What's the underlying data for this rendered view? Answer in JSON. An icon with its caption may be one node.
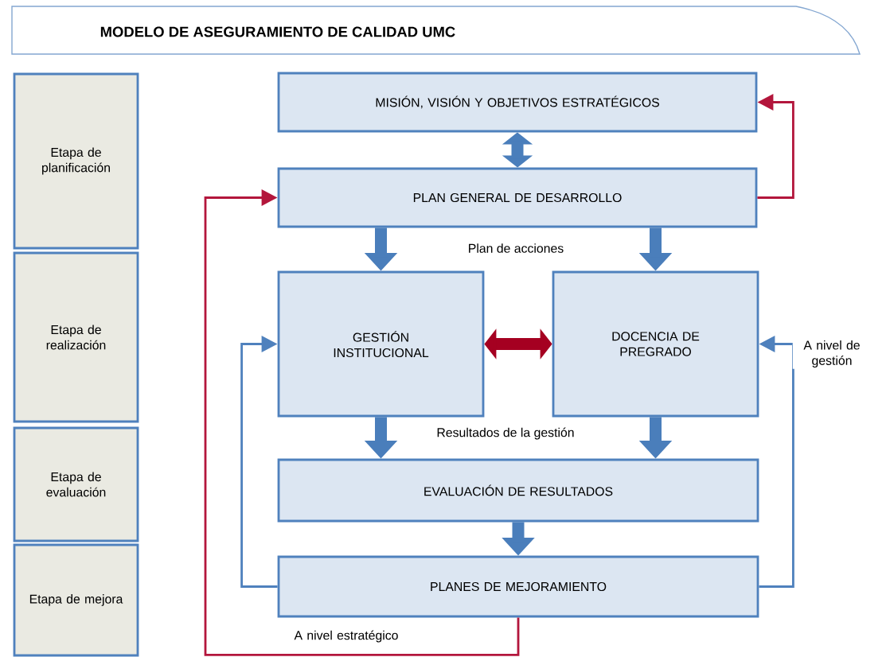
{
  "diagram": {
    "title": "MODELO DE ASEGURAMIENTO DE CALIDAD UMC",
    "nodes": [
      {
        "text": [
          "Etapa de planificación"
        ]
      },
      {
        "text": [
          "Etapa de realización"
        ]
      },
      {
        "text": [
          "Etapa de evaluación"
        ]
      },
      {
        "text": [
          "Etapa de mejora"
        ]
      },
      {
        "text": [
          "MISIÓN, VISIÓN Y OBJETIVOS ESTRATÉGICOS"
        ]
      },
      {
        "text": [
          "PLAN GENERAL DE DESARROLLO"
        ]
      },
      {
        "text": [
          "GESTIÓN INSTITUCIONAL"
        ]
      },
      {
        "text": [
          "DOCENCIA DE PREGRADO"
        ]
      },
      {
        "text": [
          "EVALUACIÓN DE RESULTADOS"
        ]
      },
      {
        "text": [
          "PLANES DE MEJORAMIENTO"
        ]
      }
    ],
    "edges": [
      {
        "from": 4,
        "to": 5,
        "arrow": "both"
      },
      {
        "from": 5,
        "to": 6,
        "arrow": "to"
      },
      {
        "from": 5,
        "to": 7,
        "arrow": "to"
      },
      {
        "from": 6,
        "to": 7,
        "arrow": "both",
        "color": "#a50021"
      },
      {
        "from": 6,
        "to": 8,
        "arrow": "to"
      },
      {
        "from": 7,
        "to": 8,
        "arrow": "to"
      },
      {
        "from": 8,
        "to": 9,
        "arrow": "to"
      },
      {
        "from": 5,
        "to": 4,
        "arrow": "to",
        "color": "#b3163c"
      },
      {
        "from": 9,
        "to": 5,
        "arrow": "to",
        "label": "A nivel estratégico",
        "color": "#b3163c"
      },
      {
        "from": 9,
        "to": 6,
        "arrow": "to"
      },
      {
        "from": 9,
        "to": 7,
        "arrow": "to",
        "label": "A nivel de gestión"
      }
    ],
    "labels": [
      "Plan de acciones",
      "Resultados de la gestión"
    ]
  }
}
